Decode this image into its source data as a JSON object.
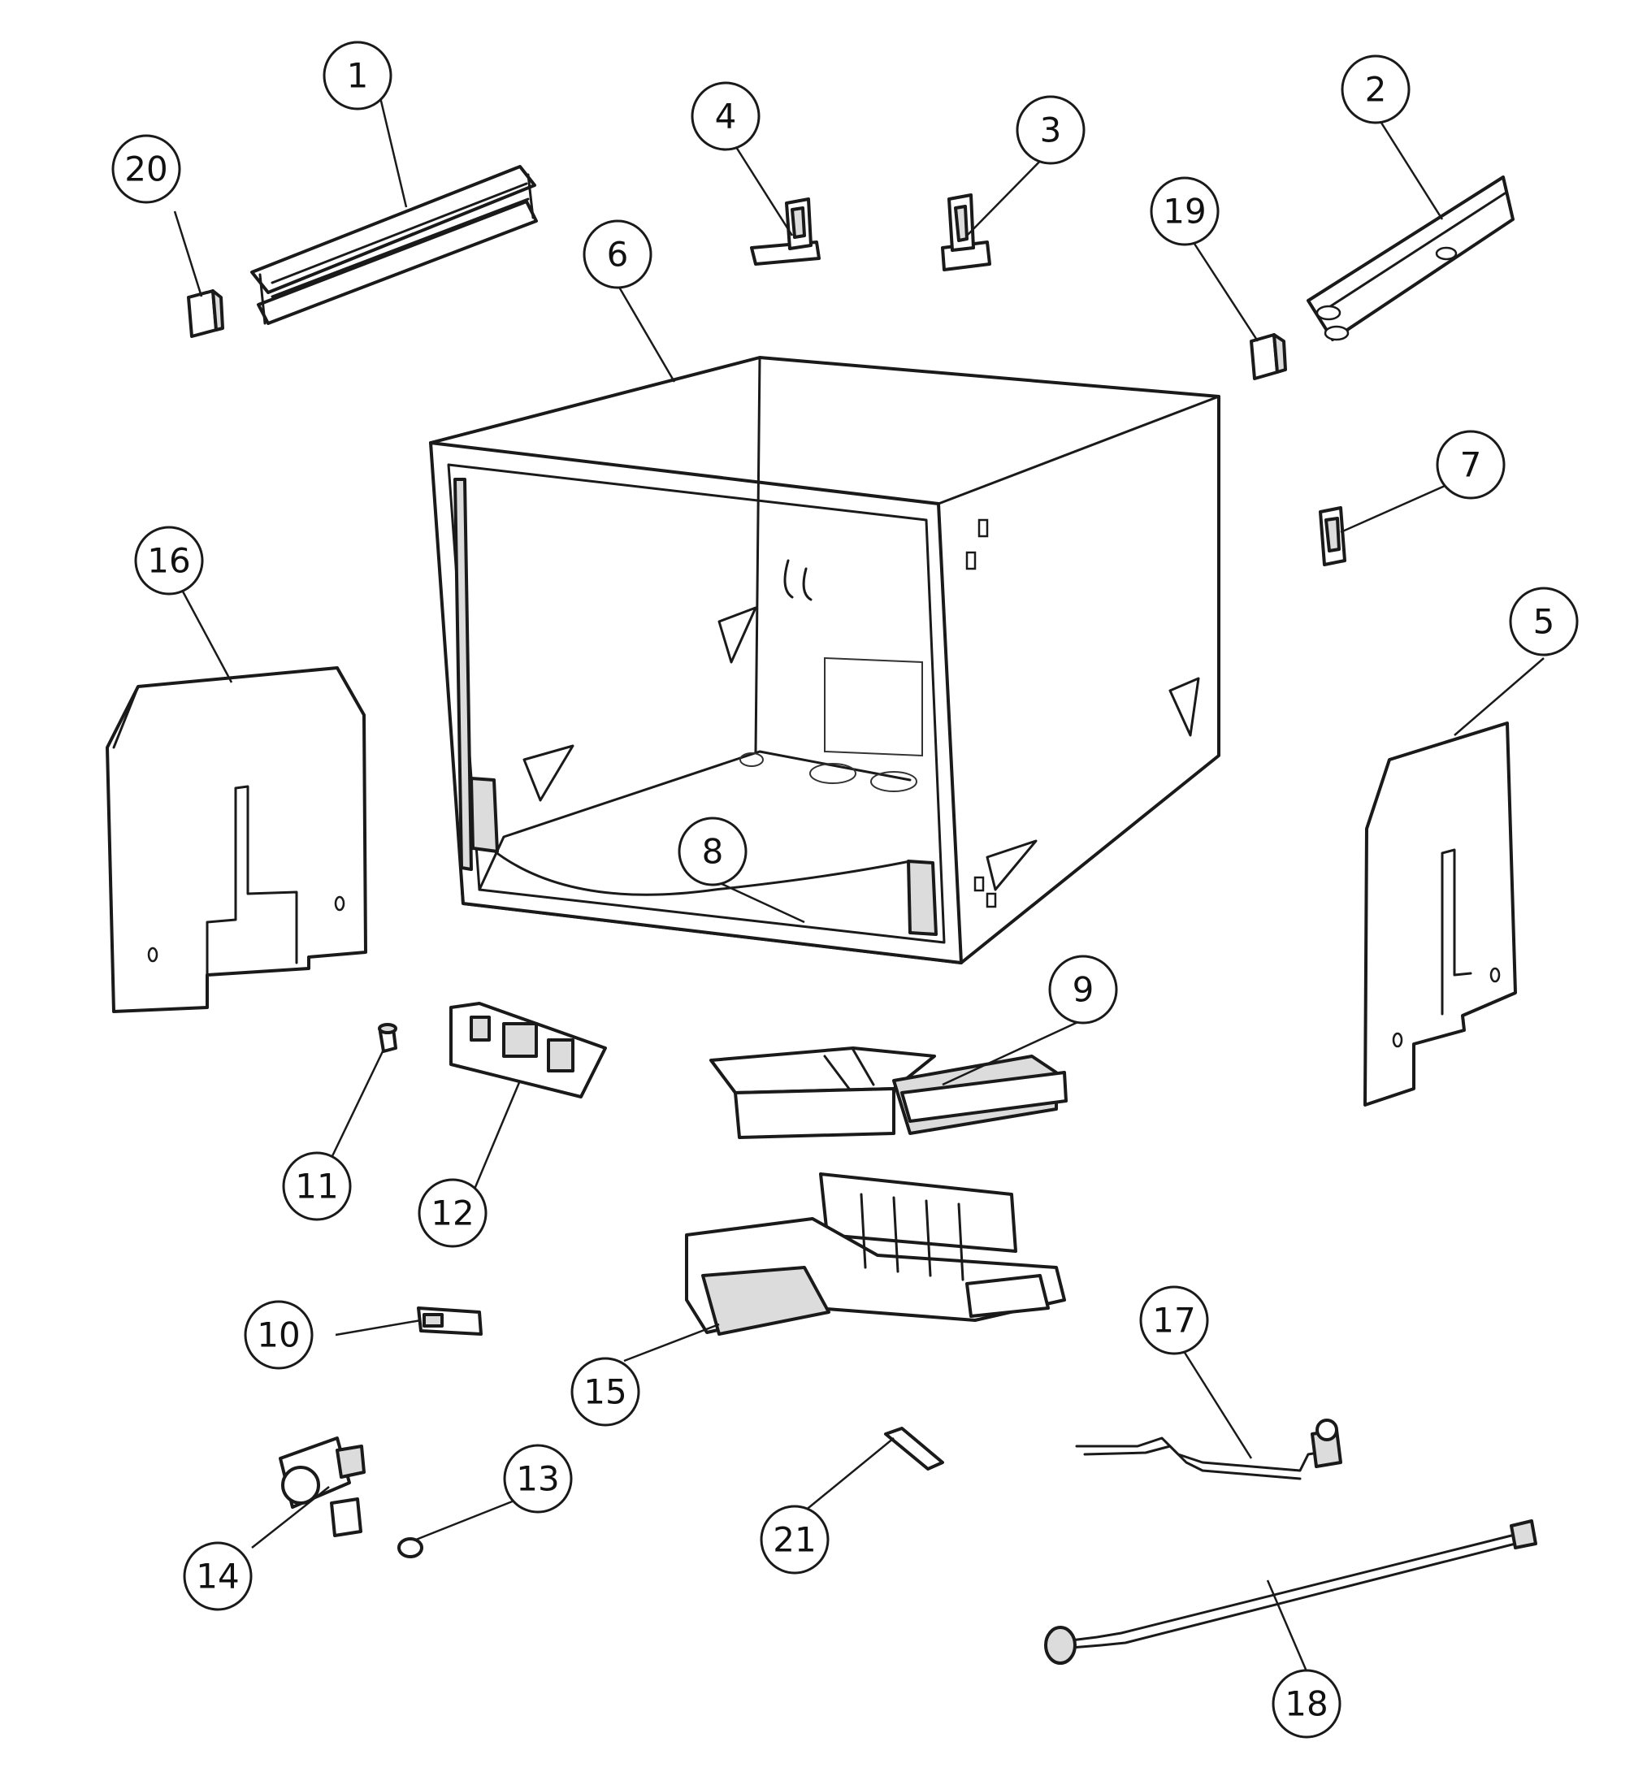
{
  "diagram": {
    "reference_code": "",
    "colors": {
      "line": "#1a1a1a",
      "part_fill": "#ffffff",
      "shade": "#dcdcdc"
    },
    "callouts": [
      {
        "id": "1",
        "label": "1"
      },
      {
        "id": "2",
        "label": "2"
      },
      {
        "id": "3",
        "label": "3"
      },
      {
        "id": "4",
        "label": "4"
      },
      {
        "id": "5",
        "label": "5"
      },
      {
        "id": "6",
        "label": "6"
      },
      {
        "id": "7",
        "label": "7"
      },
      {
        "id": "8",
        "label": "8"
      },
      {
        "id": "9",
        "label": "9"
      },
      {
        "id": "10",
        "label": "10"
      },
      {
        "id": "11",
        "label": "11"
      },
      {
        "id": "12",
        "label": "12"
      },
      {
        "id": "13",
        "label": "13"
      },
      {
        "id": "14",
        "label": "14"
      },
      {
        "id": "15",
        "label": "15"
      },
      {
        "id": "16",
        "label": "16"
      },
      {
        "id": "17",
        "label": "17"
      },
      {
        "id": "18",
        "label": "18"
      },
      {
        "id": "19",
        "label": "19"
      },
      {
        "id": "20",
        "label": "20"
      },
      {
        "id": "21",
        "label": "21"
      }
    ]
  }
}
